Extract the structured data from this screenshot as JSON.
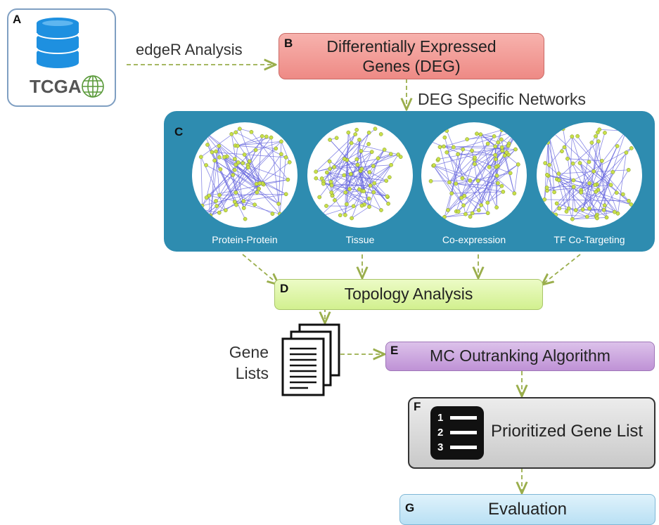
{
  "panel_a": {
    "letter": "A",
    "text": "TCGA",
    "icon": "database-globe-icon"
  },
  "step_label_edger": "edgeR Analysis",
  "panel_b": {
    "letter": "B",
    "line1": "Differentially Expressed",
    "line2": "Genes (DEG)"
  },
  "step_label_deg_networks": "DEG Specific Networks",
  "panel_c": {
    "letter": "C",
    "networks": [
      {
        "label": "Protein-Protein"
      },
      {
        "label": "Tissue"
      },
      {
        "label": "Co-expression"
      },
      {
        "label": "TF Co-Targeting"
      }
    ]
  },
  "panel_d": {
    "letter": "D",
    "text": "Topology Analysis"
  },
  "gene_lists": {
    "line1": "Gene",
    "line2": "Lists",
    "icon": "document-stack-icon"
  },
  "panel_e": {
    "letter": "E",
    "text": "MC Outranking Algorithm"
  },
  "panel_f": {
    "letter": "F",
    "text": "Prioritized Gene List",
    "icon": "numbered-list-icon",
    "numbers": [
      "1",
      "2",
      "3"
    ]
  },
  "panel_g": {
    "letter": "G",
    "text": "Evaluation"
  },
  "colors": {
    "panel_a_border": "#7f9fc2",
    "database": "#1e90e0",
    "panel_b_fill": "#f0948f",
    "panel_c_fill": "#2e8cb0",
    "panel_d_fill": "#dff5a8",
    "panel_e_fill": "#c9a3dd",
    "panel_f_fill": "#d5d5d5",
    "panel_g_fill": "#bfe3f5",
    "arrow": "#9aae4c",
    "network_node": "#c9e04a",
    "network_edge": "#6a6adf"
  }
}
